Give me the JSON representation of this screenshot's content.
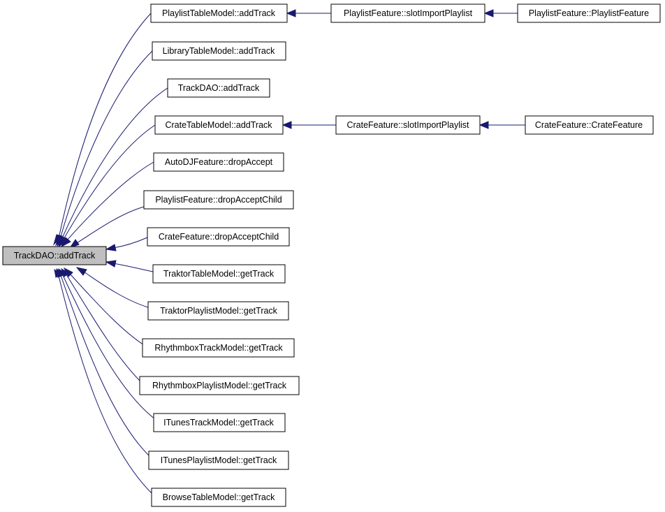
{
  "colors": {
    "edge": "#191970",
    "root_fill": "#bfbfbf",
    "node_fill": "#ffffff",
    "border": "#000000"
  },
  "nodes": {
    "root": "TrackDAO::addTrack",
    "playlist_table_model_add_track": "PlaylistTableModel::addTrack",
    "library_table_model_add_track": "LibraryTableModel::addTrack",
    "track_dao_add_track": "TrackDAO::addTrack",
    "crate_table_model_add_track": "CrateTableModel::addTrack",
    "auto_dj_feature_drop_accept": "AutoDJFeature::dropAccept",
    "playlist_feature_drop_accept_child": "PlaylistFeature::dropAcceptChild",
    "crate_feature_drop_accept_child": "CrateFeature::dropAcceptChild",
    "traktor_table_model_get_track": "TraktorTableModel::getTrack",
    "traktor_playlist_model_get_track": "TraktorPlaylistModel::getTrack",
    "rhythmbox_track_model_get_track": "RhythmboxTrackModel::getTrack",
    "rhythmbox_playlist_model_get_track": "RhythmboxPlaylistModel::getTrack",
    "itunes_track_model_get_track": "ITunesTrackModel::getTrack",
    "itunes_playlist_model_get_track": "ITunesPlaylistModel::getTrack",
    "browse_table_model_get_track": "BrowseTableModel::getTrack",
    "playlist_feature_slot_import_playlist": "PlaylistFeature::slotImportPlaylist",
    "playlist_feature_ctor": "PlaylistFeature::PlaylistFeature",
    "crate_feature_slot_import_playlist": "CrateFeature::slotImportPlaylist",
    "crate_feature_ctor": "CrateFeature::CrateFeature"
  }
}
